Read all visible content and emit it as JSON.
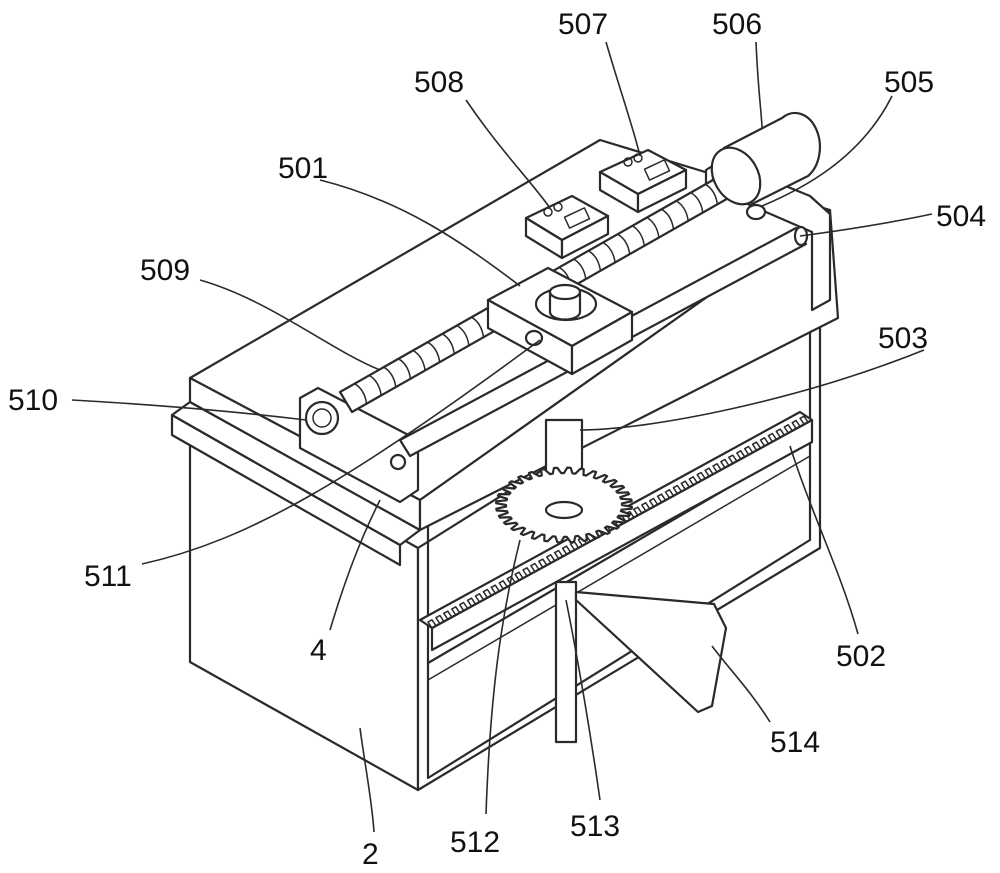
{
  "labels": [
    {
      "id": "506",
      "text": "506"
    },
    {
      "id": "507",
      "text": "507"
    },
    {
      "id": "505",
      "text": "505"
    },
    {
      "id": "508",
      "text": "508"
    },
    {
      "id": "501",
      "text": "501"
    },
    {
      "id": "504",
      "text": "504"
    },
    {
      "id": "509",
      "text": "509"
    },
    {
      "id": "503",
      "text": "503"
    },
    {
      "id": "510",
      "text": "510"
    },
    {
      "id": "511",
      "text": "511"
    },
    {
      "id": "4",
      "text": "4"
    },
    {
      "id": "502",
      "text": "502"
    },
    {
      "id": "514",
      "text": "514"
    },
    {
      "id": "2",
      "text": "2"
    },
    {
      "id": "512",
      "text": "512"
    },
    {
      "id": "513",
      "text": "513"
    }
  ]
}
